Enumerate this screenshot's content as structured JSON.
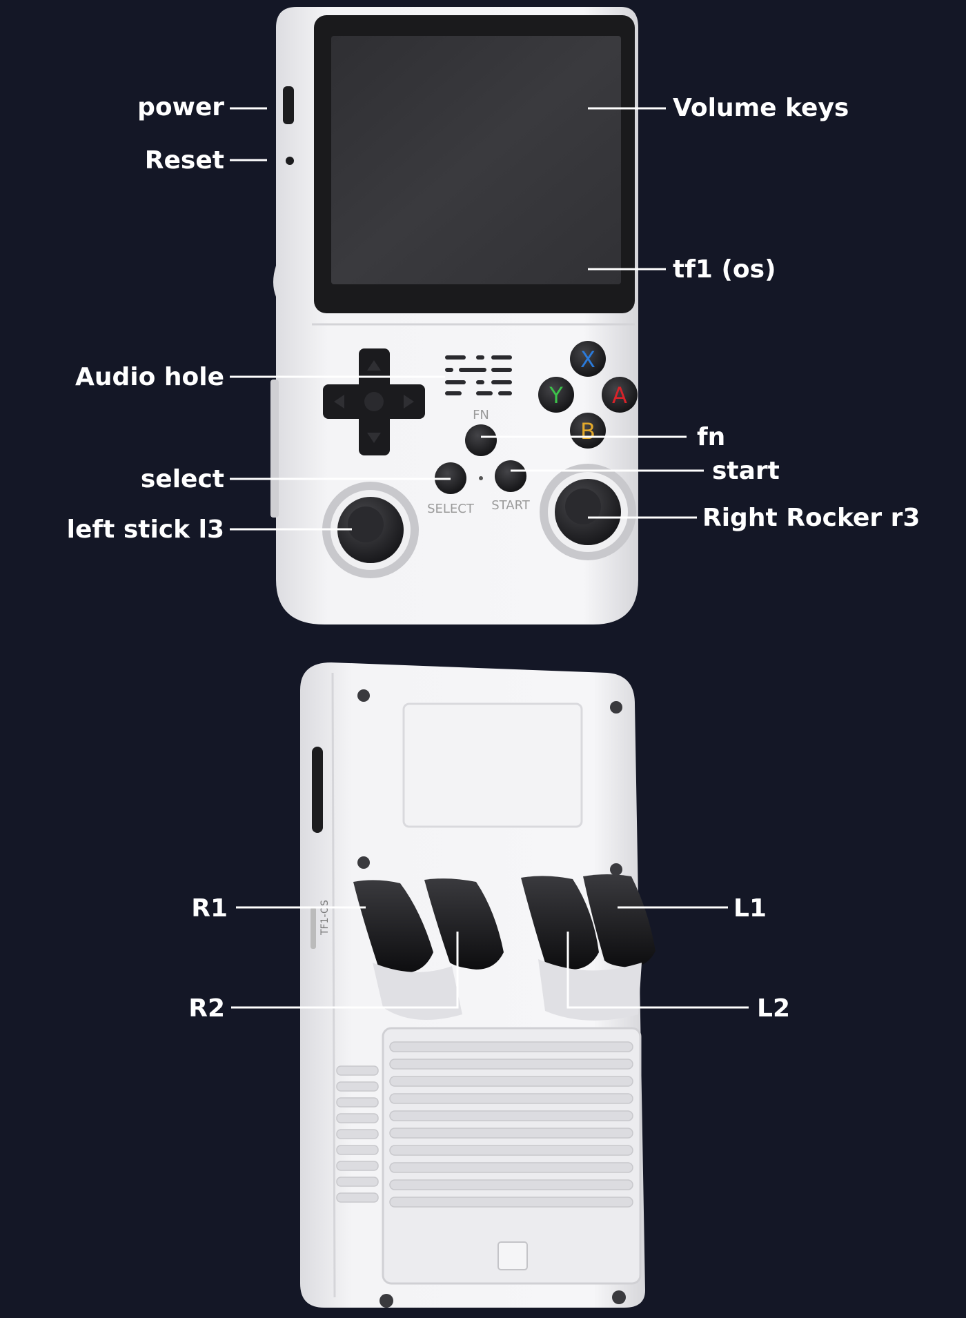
{
  "device_front": {
    "face_buttons": {
      "x": "X",
      "y": "Y",
      "a": "A",
      "b": "B"
    },
    "fn_text": "FN",
    "select_text": "SELECT",
    "start_text": "START"
  },
  "device_back": {
    "side_text": "TF1-OS"
  },
  "callouts": {
    "power": "power",
    "reset": "Reset",
    "volume_keys": "Volume keys",
    "tf1_os": "tf1 (os)",
    "audio_hole": "Audio hole",
    "fn": "fn",
    "select": "select",
    "start": "start",
    "left_stick": "left stick l3",
    "right_rocker": "Right Rocker r3",
    "r1": "R1",
    "l1": "L1",
    "r2": "R2",
    "l2": "L2"
  },
  "colors": {
    "background": "#141726",
    "device_body": "#eeeef0",
    "screen": "#333336",
    "button_x": "#2a7bdc",
    "button_y": "#3cc24a",
    "button_a": "#d8232a",
    "button_b": "#e3a92b"
  }
}
